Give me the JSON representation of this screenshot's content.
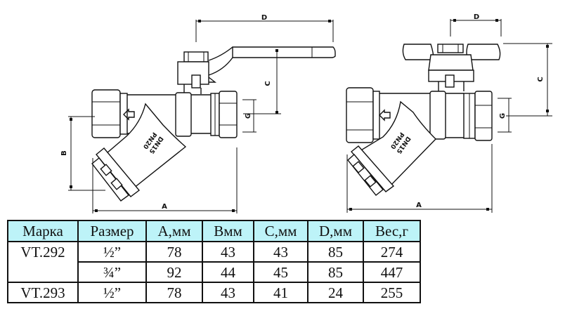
{
  "drawings": [
    {
      "name": "VT.292 lever handle",
      "dimensions": {
        "A": "A",
        "B": "B",
        "C": "C",
        "D": "D",
        "G": "G"
      },
      "markings": {
        "dn": "DN15",
        "pn": "PN20"
      }
    },
    {
      "name": "VT.293 butterfly handle",
      "dimensions": {
        "A": "A",
        "C": "C",
        "D": "D",
        "G": "G"
      },
      "markings": {
        "dn": "DN15",
        "pn": "PN20"
      }
    }
  ],
  "table": {
    "headers": [
      "Марка",
      "Размер",
      "A,мм",
      "Bмм",
      "C,мм",
      "D,мм",
      "Вес,г"
    ],
    "rows": [
      {
        "model": "VT.292",
        "size": "½”",
        "a": "78",
        "b": "43",
        "c": "43",
        "d": "85",
        "weight": "274"
      },
      {
        "model": "",
        "size": "¾”",
        "a": "92",
        "b": "44",
        "c": "45",
        "d": "85",
        "weight": "447"
      },
      {
        "model": "VT.293",
        "size": "½”",
        "a": "78",
        "b": "43",
        "c": "41",
        "d": "24",
        "weight": "255"
      }
    ]
  }
}
